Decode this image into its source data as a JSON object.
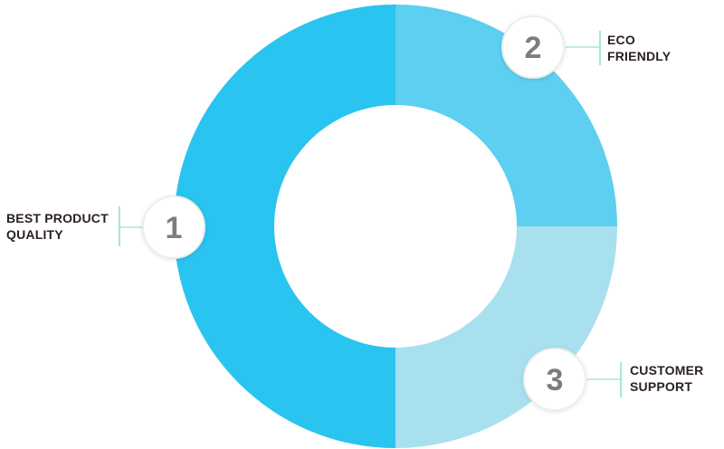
{
  "chart_data": {
    "type": "donut",
    "colors": [
      "#29c4f0",
      "#5dcff0",
      "#a8e0ef"
    ],
    "slices": [
      {
        "number": "1",
        "label_lines": [
          "BEST PRODUCT",
          "QUALITY"
        ],
        "value": 50,
        "color": "#29c4f0"
      },
      {
        "number": "2",
        "label_lines": [
          "ECO",
          "FRIENDLY"
        ],
        "value": 25,
        "color": "#5dcff0"
      },
      {
        "number": "3",
        "label_lines": [
          "CUSTOMER",
          "SUPPORT"
        ],
        "value": 25,
        "color": "#a8e0ef"
      }
    ]
  },
  "style": {
    "connector_color": "#a8e6d6",
    "badge_text_color": "#7d7d7d",
    "label_color": "#2a1f1f"
  }
}
